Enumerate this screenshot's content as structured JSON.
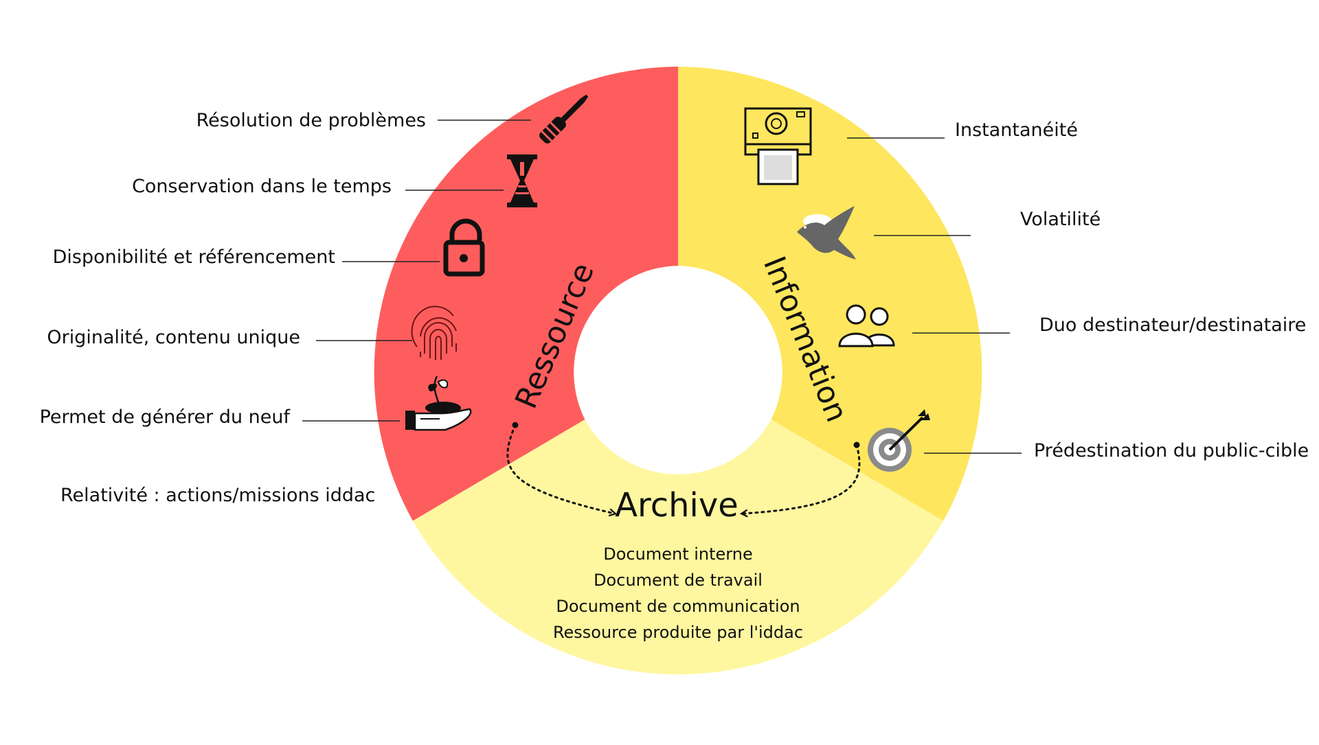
{
  "segments": {
    "ressource": {
      "label": "Ressource",
      "color": "#fe5d5d"
    },
    "information": {
      "label": "Information",
      "color": "#fee65e"
    },
    "archive": {
      "label": "Archive",
      "color": "#fef7a0"
    }
  },
  "ressource_items": [
    {
      "label": "Résolution de problèmes",
      "icon": "screwdriver-icon"
    },
    {
      "label": "Conservation dans le temps",
      "icon": "hourglass-icon"
    },
    {
      "label": "Disponibilité et référencement",
      "icon": "unlocked-padlock-icon"
    },
    {
      "label": "Originalité, contenu unique",
      "icon": "fingerprint-icon"
    },
    {
      "label": "Permet de générer du neuf",
      "icon": "hand-sprout-icon"
    }
  ],
  "ressource_note": "Relativité : actions/missions iddac",
  "information_items": [
    {
      "label": "Instantanéité",
      "icon": "instant-camera-icon"
    },
    {
      "label": "Volatilité",
      "icon": "dove-icon"
    },
    {
      "label": "Duo destinateur/destinataire",
      "icon": "two-people-icon"
    },
    {
      "label": "Prédestination du public-cible",
      "icon": "target-arrow-icon"
    }
  ],
  "archive_items": [
    "Document interne",
    "Document de travail",
    "Document de communication",
    "Ressource produite par l'iddac"
  ]
}
